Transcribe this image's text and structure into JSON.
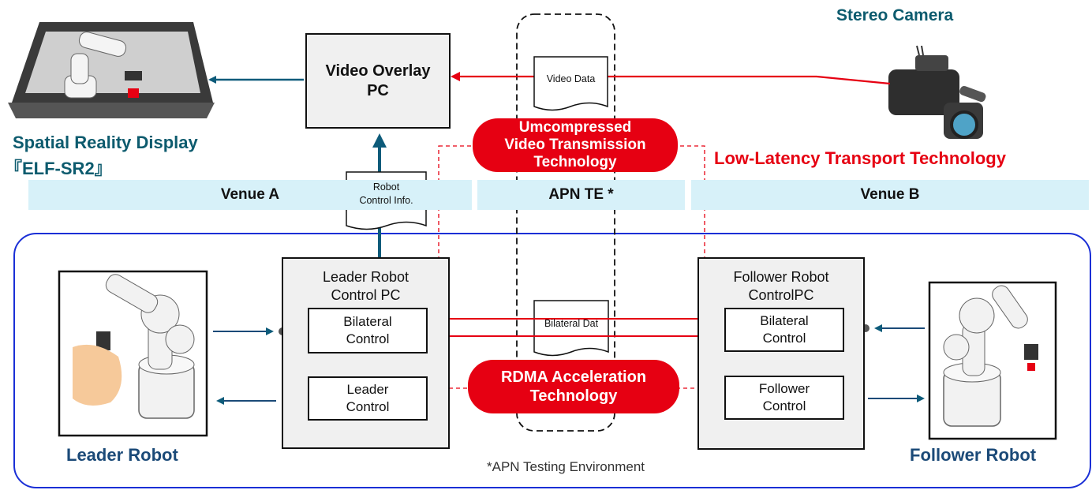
{
  "top": {
    "stereo_camera": "Stereo Camera",
    "display_name_line1": "Spatial Reality Display",
    "display_name_line2": "『ELF-SR2』",
    "video_overlay_pc": "Video Overlay\nPC",
    "video_data": "Video Data",
    "robot_control_info": "Robot\nControl Info.",
    "low_latency": "Low-Latency Transport Technology"
  },
  "venues": {
    "a": "Venue A",
    "te": "APN TE *",
    "b": "Venue B"
  },
  "pills": {
    "uncompressed": "Umcompressed\nVideo Transmission\nTechnology",
    "rdma": "RDMA Acceleration\nTechnology"
  },
  "leader": {
    "pc_title": "Leader Robot\nControl PC",
    "bilateral": "Bilateral\nControl",
    "control": "Leader\nControl",
    "robot_label": "Leader Robot"
  },
  "follower": {
    "pc_title": "Follower Robot\nControlPC",
    "bilateral": "Bilateral\nControl",
    "control": "Follower\nControl",
    "robot_label": "Follower Robot"
  },
  "bilateral_data": "Bilateral Dat",
  "footnote": "*APN Testing Environment",
  "colors": {
    "red": "#e60012",
    "teal_arrow": "#0d5b7a",
    "venue_bg": "#d7f1f9",
    "frame_blue": "#1a2fd6"
  }
}
